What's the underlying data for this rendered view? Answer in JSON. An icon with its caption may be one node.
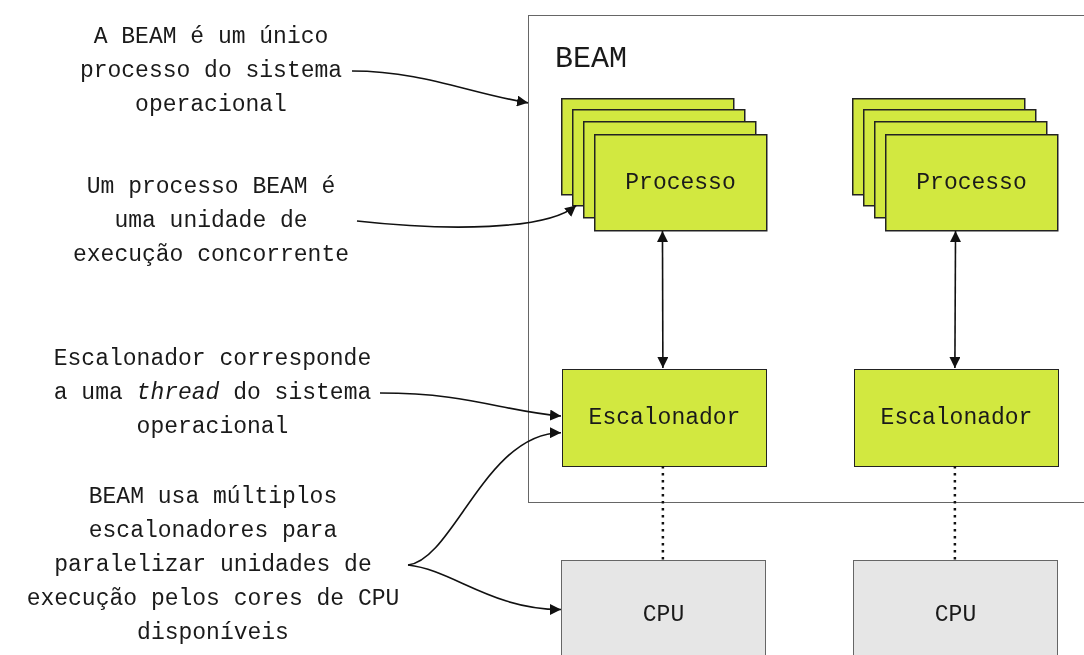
{
  "diagram": {
    "nodes": [
      {
        "text": [
          "BEAM"
        ]
      },
      {
        "text": [
          "Processo"
        ],
        "in": 0
      },
      {
        "text": [
          "Processo"
        ],
        "in": 0
      },
      {
        "text": [
          "Escalonador"
        ],
        "in": 0
      },
      {
        "text": [
          "Escalonador"
        ],
        "in": 0
      },
      {
        "text": [
          "CPU"
        ]
      },
      {
        "text": [
          "CPU"
        ]
      },
      {
        "text": [
          "A BEAM é um único processo do sistema operacional"
        ]
      },
      {
        "text": [
          "Um processo BEAM é uma unidade de execução concorrente"
        ]
      },
      {
        "text": [
          "Escalonador corresponde a uma *thread* do sistema operacional"
        ]
      },
      {
        "text": [
          "BEAM usa múltiplos escalonadores para paralelizar unidades de execução pelos cores de CPU disponíveis"
        ]
      }
    ],
    "edges": [
      {
        "from": 7,
        "to": 0,
        "arrow": "to"
      },
      {
        "from": 8,
        "to": 1,
        "arrow": "to"
      },
      {
        "from": 9,
        "to": 3,
        "arrow": "to"
      },
      {
        "from": 10,
        "to": 3,
        "arrow": "to"
      },
      {
        "from": 10,
        "to": 5,
        "arrow": "to"
      },
      {
        "from": 1,
        "to": 3,
        "arrow": "both"
      },
      {
        "from": 2,
        "to": 4,
        "arrow": "both"
      },
      {
        "from": 3,
        "to": 5,
        "arrow": "none",
        "style": "dashed"
      },
      {
        "from": 4,
        "to": 6,
        "arrow": "none",
        "style": "dashed"
      }
    ]
  }
}
